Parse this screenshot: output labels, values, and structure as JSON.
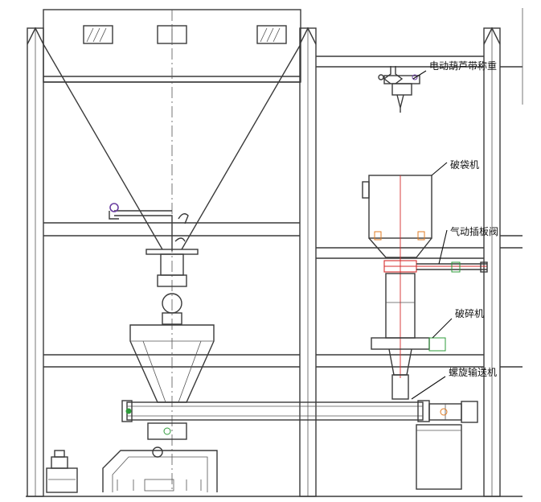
{
  "labels": {
    "hoist": "电动葫芦带称重",
    "bag_breaker": "破袋机",
    "pneumatic_valve": "气动插板阀",
    "crusher": "破碎机",
    "screw_conveyor": "螺旋输送机"
  },
  "colors": {
    "line": "#3a3a3a",
    "accent_red": "#d62b2b",
    "accent_green": "#2e9b3a",
    "accent_purple": "#6b3fa0",
    "accent_orange": "#e07b22"
  }
}
